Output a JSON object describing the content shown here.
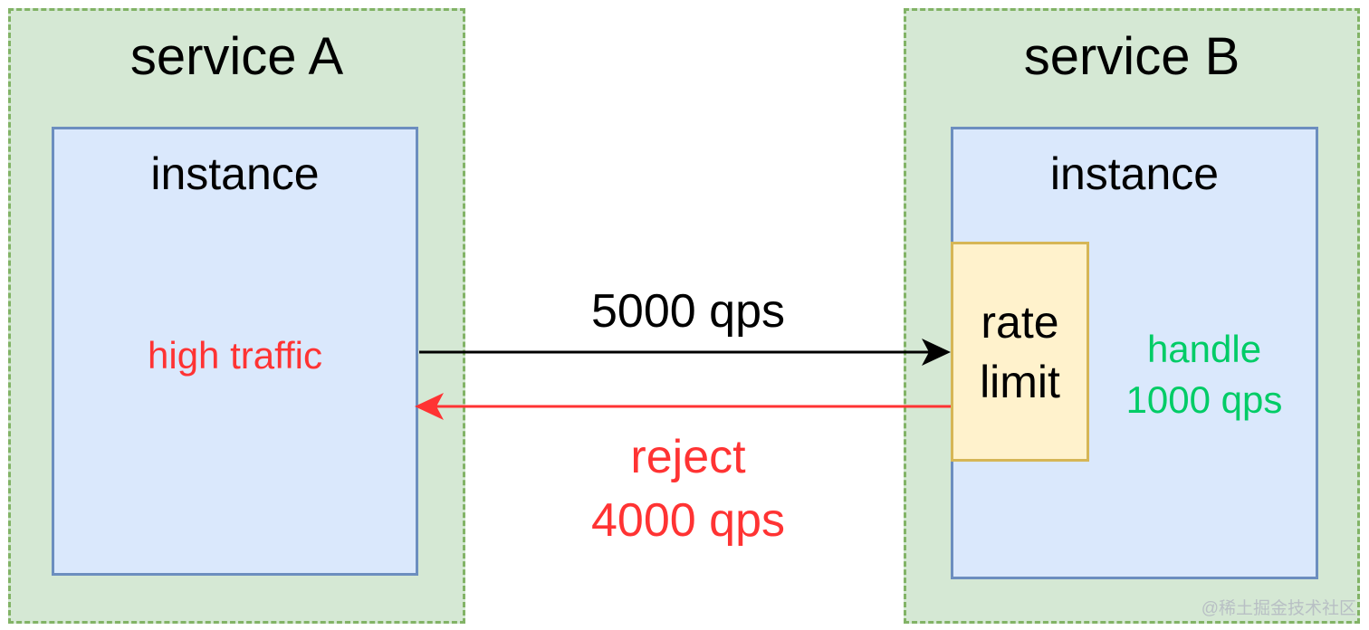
{
  "service_a": {
    "title": "service A",
    "instance_title": "instance",
    "status_text": "high traffic"
  },
  "service_b": {
    "title": "service B",
    "instance_title": "instance",
    "rate_limit_lines": [
      "rate",
      "limit"
    ],
    "handle_lines": [
      "handle",
      "1000 qps"
    ]
  },
  "arrows": {
    "forward_label": "5000 qps",
    "reject_lines": [
      "reject",
      "4000 qps"
    ]
  },
  "colors": {
    "service_fill": "#d5e8d4",
    "service_border": "#82b366",
    "instance_fill": "#dae8fc",
    "instance_border": "#6c8ebf",
    "rate_limit_fill": "#fff2cc",
    "rate_limit_border": "#d6b656",
    "reject": "#ff3333",
    "handle": "#00cc66"
  },
  "watermark": "@稀土掘金技术社区"
}
